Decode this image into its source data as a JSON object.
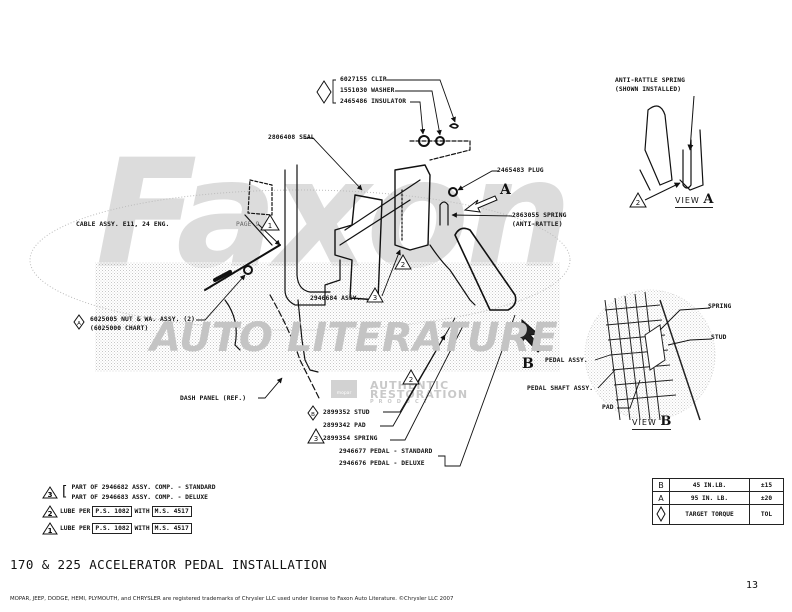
{
  "document": {
    "title": "170 & 225 ACCELERATOR PEDAL INSTALLATION",
    "page_number": "13",
    "footer": "MOPAR, JEEP, DODGE, HEMI, PLYMOUTH, and CHRYSLER are registered trademarks of Chrysler LLC used under license to Faxon Auto Literature. ©Chrysler LLC 2007"
  },
  "watermark": {
    "line1": "Faxon",
    "line2": "AUTO LITERATURE",
    "badge_text": "mopar",
    "ars_line1": "AUTHENTIC",
    "ars_line2": "RESTORATION",
    "ars_line3": "PRODUCT"
  },
  "callouts": {
    "clip": "6027155 CLIP",
    "washer": "1551030 WASHER",
    "insulator": "2465486 INSULATOR",
    "seal": "2806408 SEAL",
    "plug": "2465483 PLUG",
    "spring_anti_rattle_1": "2863055 SPRING",
    "spring_anti_rattle_2": "(ANTI-RATTLE)",
    "cable_assy": "CABLE ASSY. E11, 24 ENG.",
    "cable_page_ref": "PAGE 9",
    "nut_wa_1": "6025005 NUT & WA. ASSY. (2)",
    "nut_wa_2": "(6025000 CHART)",
    "assy_2946684": "2946684 ASSY.",
    "dash_panel": "DASH PANEL (REF.)",
    "stud": "2899352 STUD",
    "pad": "2899342 PAD",
    "spring": "2899354 SPRING",
    "pedal_standard": "2946677 PEDAL - STANDARD",
    "pedal_deluxe": "2946676 PEDAL - DELUXE"
  },
  "view_a": {
    "label_word": "VIEW",
    "label_letter": "A",
    "spring_note_1": "ANTI-RATTLE SPRING",
    "spring_note_2": "(SHOWN INSTALLED)",
    "marker_number": "2",
    "arrow_letter": "A"
  },
  "view_b": {
    "label_word": "VIEW",
    "label_letter": "B",
    "arrow_letter": "B",
    "spring": "SPRING",
    "stud": "STUD",
    "pedal_assy": "PEDAL ASSY.",
    "pedal_shaft_assy": "PEDAL SHAFT ASSY.",
    "pad": "PAD"
  },
  "markers": {
    "one": "1",
    "two": "2",
    "three": "3",
    "a": "A",
    "b": "B"
  },
  "notes": [
    {
      "marker": "3",
      "text_1": "PART OF 2946682 ASSY. COMP. - STANDARD",
      "text_2": "PART OF 2946683 ASSY. COMP. - DELUXE"
    },
    {
      "marker": "2",
      "prefix": "LUBE PER",
      "spec": "P.S. 1082",
      "with": "WITH",
      "ms": "M.S. 4517"
    },
    {
      "marker": "1",
      "prefix": "LUBE PER",
      "spec": "P.S. 1082",
      "with": "WITH",
      "ms": "M.S. 4517"
    }
  ],
  "torque_table": {
    "rows": [
      {
        "key": "B",
        "value": "45 IN.LB.",
        "tol": "±15"
      },
      {
        "key": "A",
        "value": "95 IN. LB.",
        "tol": "±20"
      }
    ],
    "header_value": "TARGET TORQUE",
    "header_tol": "TOL"
  }
}
